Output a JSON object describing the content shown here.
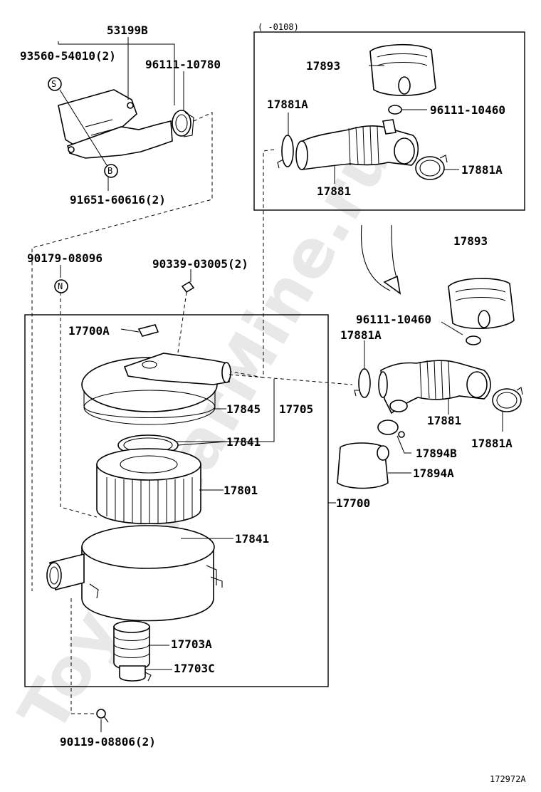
{
  "watermark": "ToyotaCarMine.ru",
  "variant_note": "(      -0108)",
  "diagram_id": "172972A",
  "symbols": {
    "s": "S",
    "b": "B",
    "n": "N"
  },
  "labels": {
    "l_53199b": "53199B",
    "l_93560": "93560-54010(2)",
    "l_96111_10780": "96111-10780",
    "l_91651": "91651-60616(2)",
    "l_17893_top": "17893",
    "l_17881a_top_left": "17881A",
    "l_96111_10460_top": "96111-10460",
    "l_17881a_top_right": "17881A",
    "l_17881_top": "17881",
    "l_17893_mid": "17893",
    "l_96111_10460_mid": "96111-10460",
    "l_17881a_mid_left": "17881A",
    "l_17881_mid": "17881",
    "l_17881a_mid_right": "17881A",
    "l_17894b": "17894B",
    "l_17894a": "17894A",
    "l_90179": "90179-08096",
    "l_90339": "90339-03005(2)",
    "l_17700a": "17700A",
    "l_17845": "17845",
    "l_17705": "17705",
    "l_17841_top": "17841",
    "l_17801": "17801",
    "l_17700": "17700",
    "l_17841_bottom": "17841",
    "l_17703a": "17703A",
    "l_17703c": "17703C",
    "l_90119": "90119-08806(2)"
  }
}
